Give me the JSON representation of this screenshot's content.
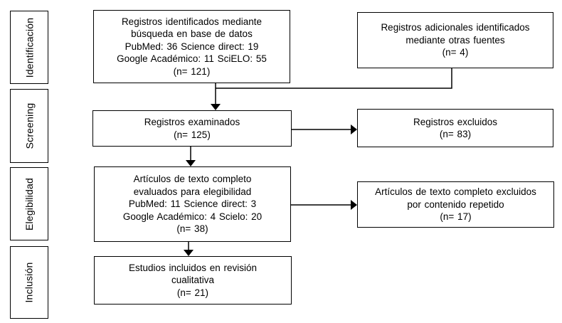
{
  "sidebar": {
    "stages": [
      {
        "label": "Identificación"
      },
      {
        "label": "Screening"
      },
      {
        "label": "Elegibilidad"
      },
      {
        "label": "Inclusión"
      }
    ]
  },
  "flow": {
    "identified_db": {
      "text": "Registros identificados mediante\nbúsqueda en base de datos\nPubMed: 36 Science direct: 19\nGoogle Académico: 11 SciELO: 55\n(n= 121)"
    },
    "identified_other": {
      "text": "Registros adicionales identificados\nmediante otras fuentes\n(n= 4)"
    },
    "examined": {
      "text": "Registros examinados\n(n= 125)"
    },
    "excluded": {
      "text": "Registros excluidos\n(n= 83)"
    },
    "fulltext_assessed": {
      "text": "Artículos de texto completo\nevaluados para elegibilidad\nPubMed: 11 Science direct: 3\nGoogle Académico: 4 Scielo: 20\n(n= 38)"
    },
    "fulltext_excluded": {
      "text": "Artículos de texto completo excluidos\npor contenido repetido\n(n= 17)"
    },
    "included_qualitative": {
      "text": "Estudios incluidos en revisión\ncualitativa\n(n= 21)"
    }
  },
  "colors": {
    "border": "#000000",
    "background": "#ffffff",
    "text": "#000000"
  }
}
